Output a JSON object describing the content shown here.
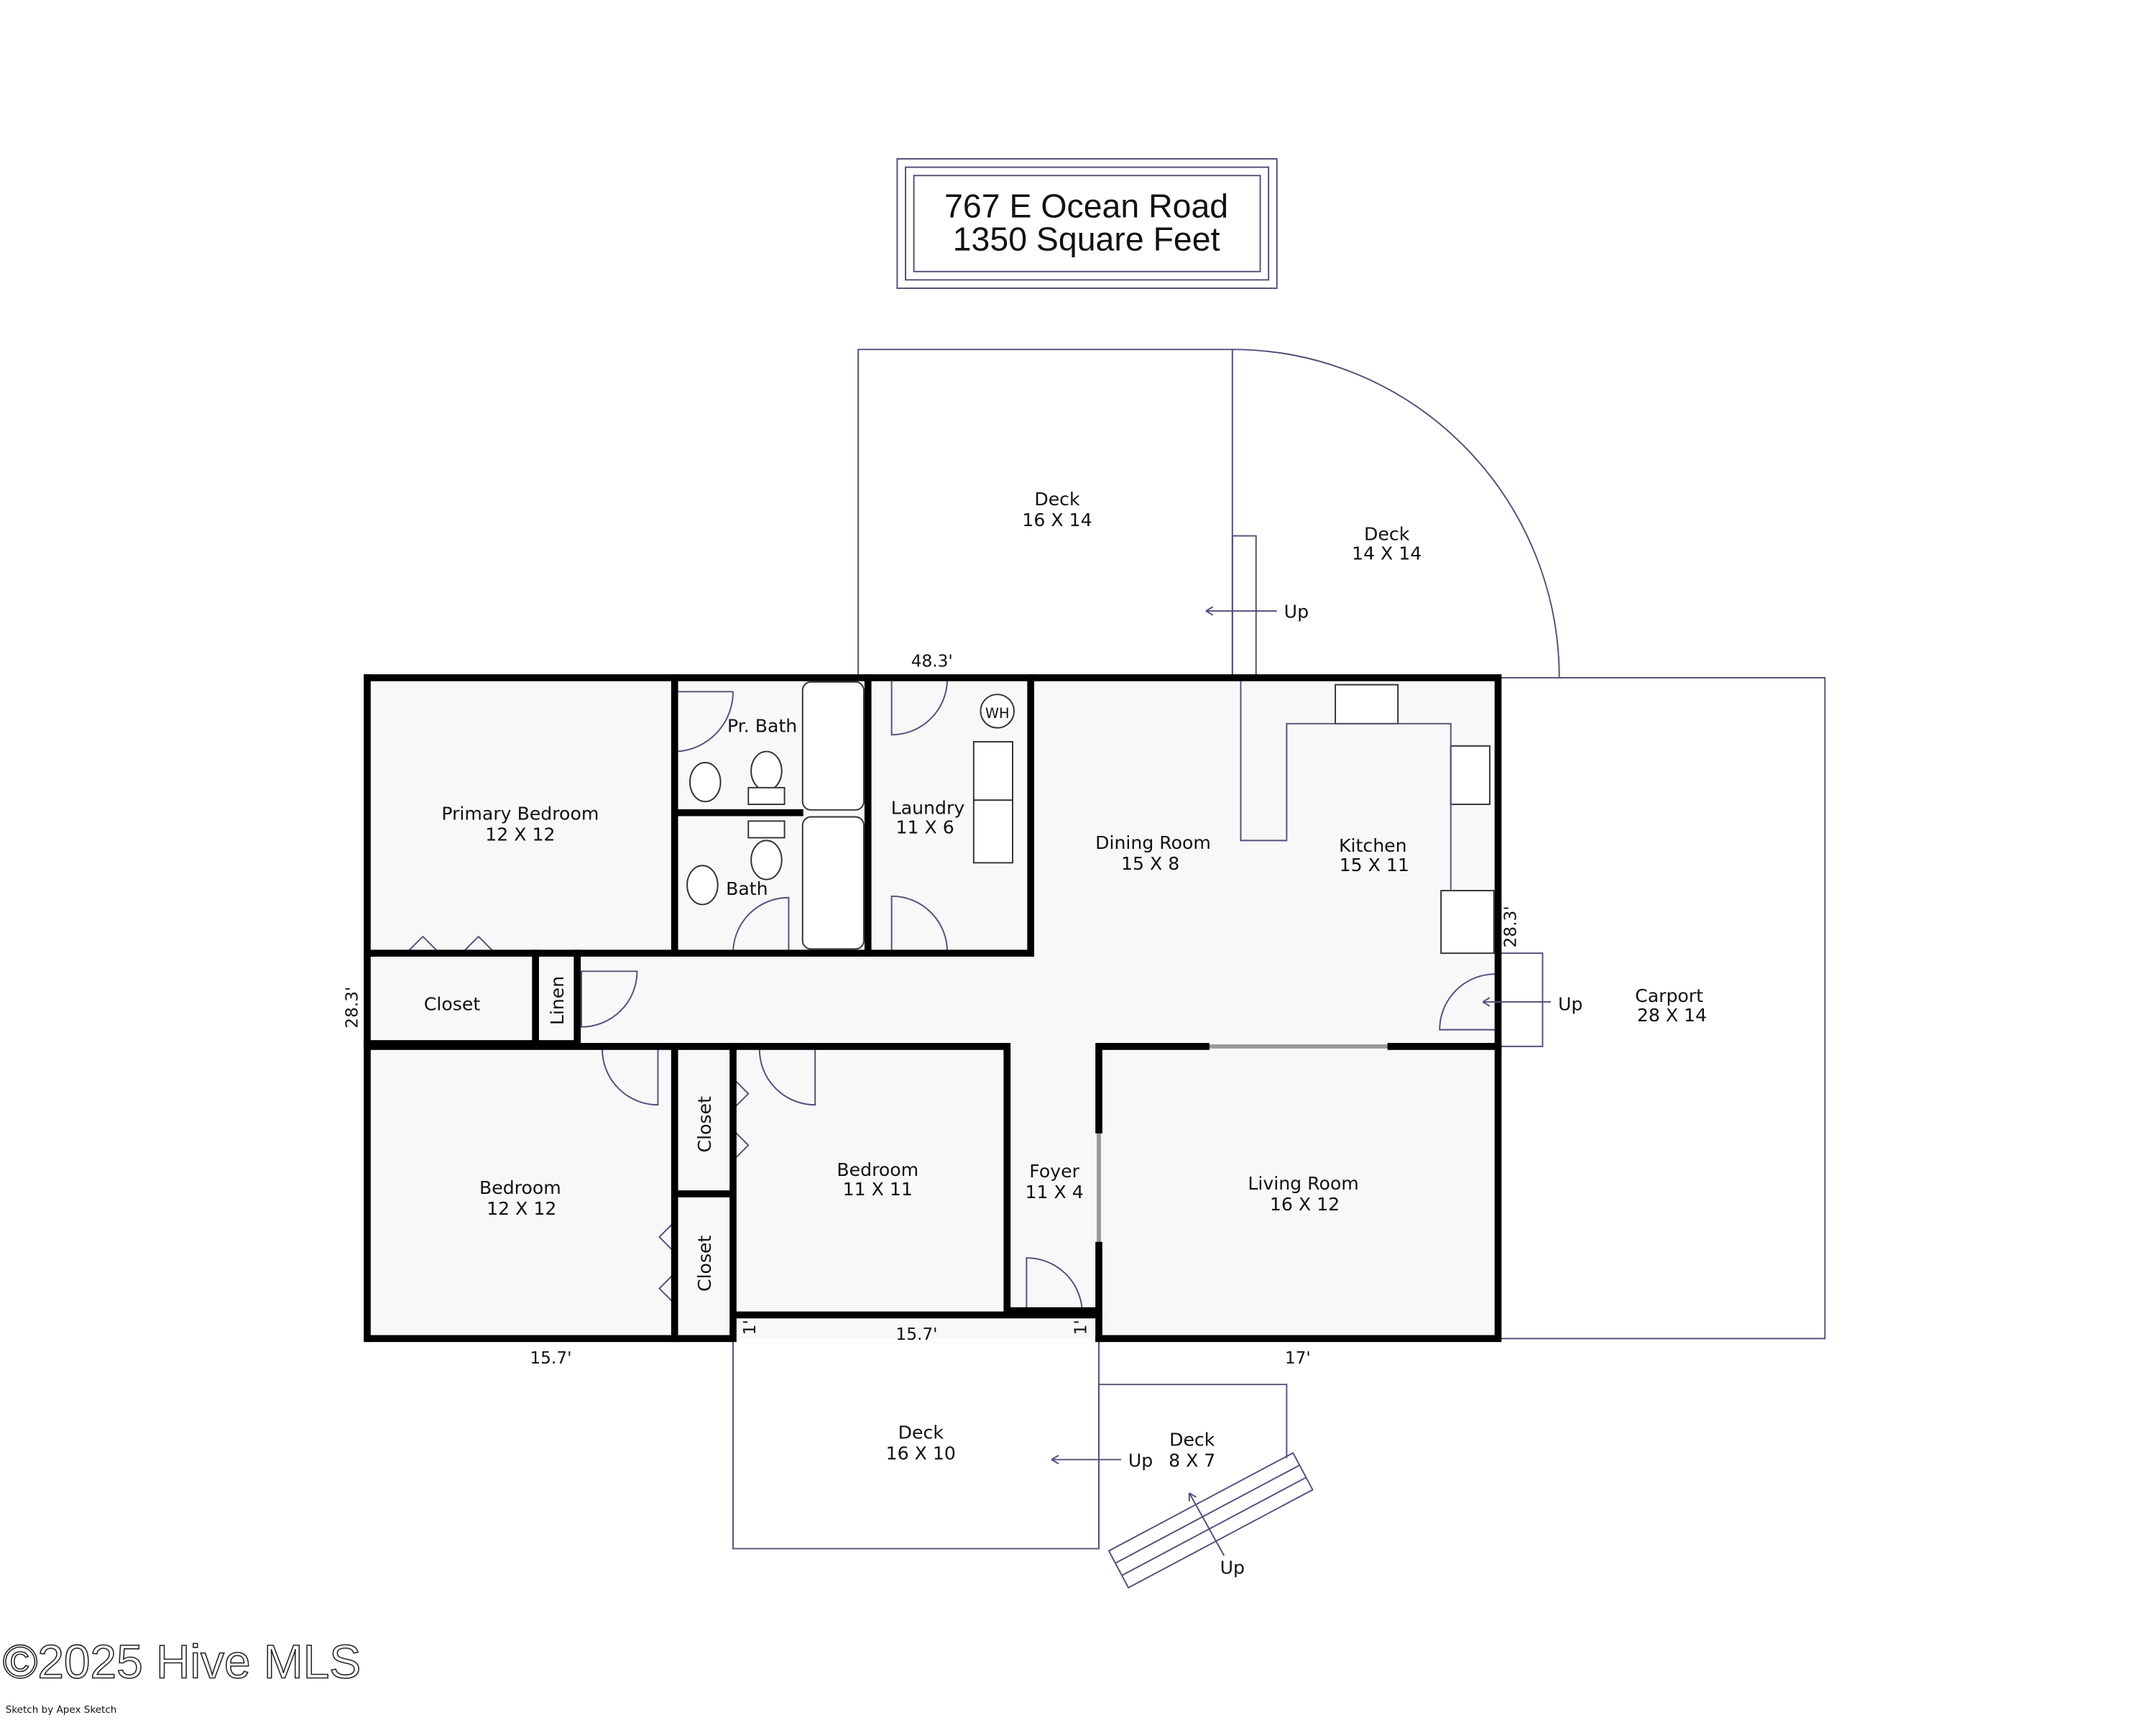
{
  "title": {
    "address": "767 E Ocean Road",
    "area": "1350 Square Feet"
  },
  "rooms": {
    "deck_top_left": {
      "name": "Deck",
      "size": "16 X 14"
    },
    "deck_top_right": {
      "name": "Deck",
      "size": "14 X 14"
    },
    "primary_bedroom": {
      "name": "Primary Bedroom",
      "size": "12 X 12"
    },
    "pr_bath": {
      "name": "Pr. Bath"
    },
    "bath": {
      "name": "Bath"
    },
    "laundry": {
      "name": "Laundry",
      "size": "11 X 6"
    },
    "dining_room": {
      "name": "Dining Room",
      "size": "15 X 8"
    },
    "kitchen": {
      "name": "Kitchen",
      "size": "15 X 11"
    },
    "carport": {
      "name": "Carport",
      "size": "28 X 14"
    },
    "closet_1": {
      "name": "Closet"
    },
    "linen": {
      "name": "Linen"
    },
    "closet_2": {
      "name": "Closet"
    },
    "closet_3": {
      "name": "Closet"
    },
    "bedroom_1": {
      "name": "Bedroom",
      "size": "12 X 12"
    },
    "bedroom_2": {
      "name": "Bedroom",
      "size": "11 X 11"
    },
    "foyer": {
      "name": "Foyer",
      "size": "11 X 4"
    },
    "living_room": {
      "name": "Living Room",
      "size": "16 X 12"
    },
    "deck_bottom": {
      "name": "Deck",
      "size": "16 X 10"
    },
    "deck_small": {
      "name": "Deck",
      "size": "8 X 7"
    }
  },
  "fixtures": {
    "water_heater": "WH"
  },
  "stairs": {
    "up_top": "Up",
    "up_carport": "Up",
    "up_bottom_deck": "Up",
    "up_small_deck": "Up"
  },
  "dimensions": {
    "top": "48.3'",
    "left": "28.3'",
    "right": "28.3'",
    "bottom_left": "15.7'",
    "bottom_middle": "15.7'",
    "bottom_right": "17'",
    "offset_left": "1'",
    "offset_right": "1'"
  },
  "watermark": "©2025 Hive MLS",
  "credit": "Sketch by Apex Sketch"
}
